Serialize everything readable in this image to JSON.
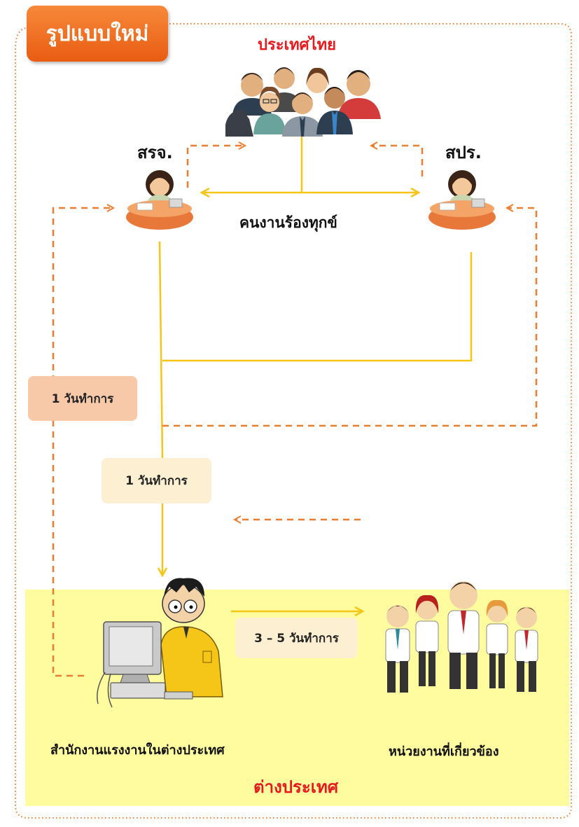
{
  "title_tab": "รูปแบบใหม่",
  "thailand_label": "ประเทศไทย",
  "office_left_label": "สรจ.",
  "office_right_label": "สปร.",
  "complainant_label": "คนงานร้องทุกข์",
  "note_1day_a": "1 วันทำการ",
  "note_1day_b": "1 วันทำการ",
  "note_3_5days": "3 – 5 วันทำการ",
  "overseas_office_label": "สำนักงานแรงงานในต่างประเทศ",
  "related_agencies_label": "หน่วยงานที่เกี่ยวข้อง",
  "abroad_label": "ต่างประเทศ",
  "colors": {
    "orange_dashed": "#ed7d31",
    "yellow_line": "#f5c518",
    "abroad_bg": "#fffca0",
    "red_text": "#e8191d"
  },
  "icons": [
    "group-of-people-icon",
    "receptionist-icon",
    "office-worker-at-computer-icon",
    "business-team-icon"
  ]
}
